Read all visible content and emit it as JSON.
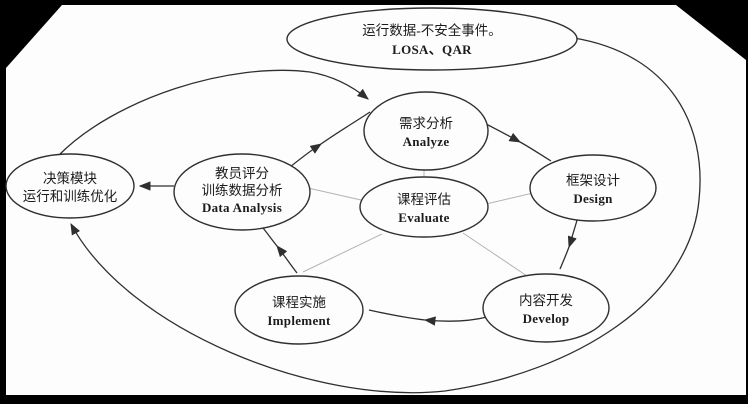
{
  "diagram": {
    "outer_node": {
      "line1": "运行数据-不安全事件。",
      "line2": "LOSA、QAR"
    },
    "cycle_nodes": {
      "analyze": {
        "zh": "需求分析",
        "en": "Analyze"
      },
      "design": {
        "zh": "框架设计",
        "en": "Design"
      },
      "develop": {
        "zh": "内容开发",
        "en": "Develop"
      },
      "implement": {
        "zh": "课程实施",
        "en": "Implement"
      },
      "data_analysis": {
        "zh1": "教员评分",
        "zh2": "训练数据分析",
        "en": "Data Analysis"
      },
      "evaluate": {
        "zh": "课程评估",
        "en": "Evaluate"
      }
    },
    "decision_node": {
      "line1": "决策模块",
      "line2": "运行和训练优化"
    },
    "colors": {
      "background": "#fdfdfd",
      "frame": "#000000",
      "line": "#2f2f2f",
      "thin_line": "#b3b3b3",
      "text": "#1c1c1c"
    }
  }
}
